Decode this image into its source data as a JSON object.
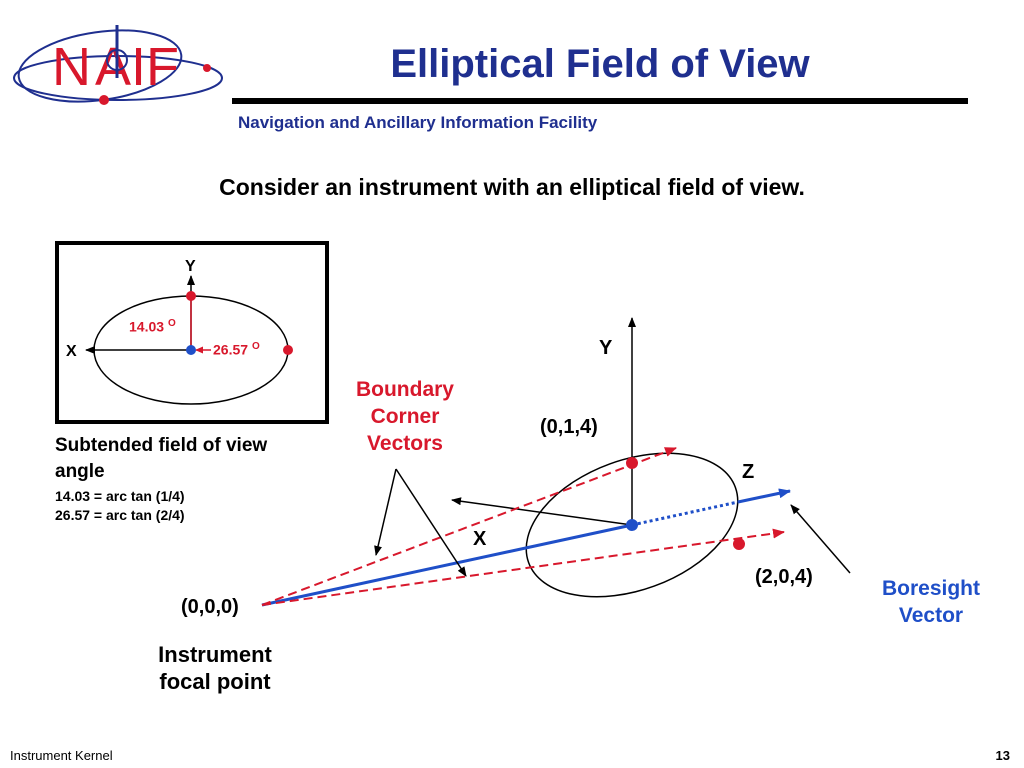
{
  "logo": {
    "text": "NAIF"
  },
  "title": "Elliptical Field of View",
  "subtitle": "Navigation and Ancillary Information Facility",
  "intro": "Consider an instrument with an elliptical field of view.",
  "inset": {
    "y_label": "Y",
    "x_label": "X",
    "angle_y": "14.03",
    "angle_x": "26.57",
    "degree_mark": "O"
  },
  "notes": {
    "line1": "Subtended field of view angle",
    "line2": "14.03 = arc tan (1/4)",
    "line3": "26.57 = arc tan (2/4)"
  },
  "main": {
    "y_label": "Y",
    "z_label": "Z",
    "x_label": "X",
    "p014": "(0,1,4)",
    "p204": "(2,0,4)",
    "p000": "(0,0,0)",
    "boundary_label": "Boundary Corner Vectors",
    "boresight_label": "Boresight Vector",
    "focal_label": "Instrument focal point"
  },
  "colors": {
    "title": "#1f2f8f",
    "red": "#d8182c",
    "blue": "#1f4fc8"
  },
  "footer": {
    "left": "Instrument Kernel",
    "page": "13"
  }
}
